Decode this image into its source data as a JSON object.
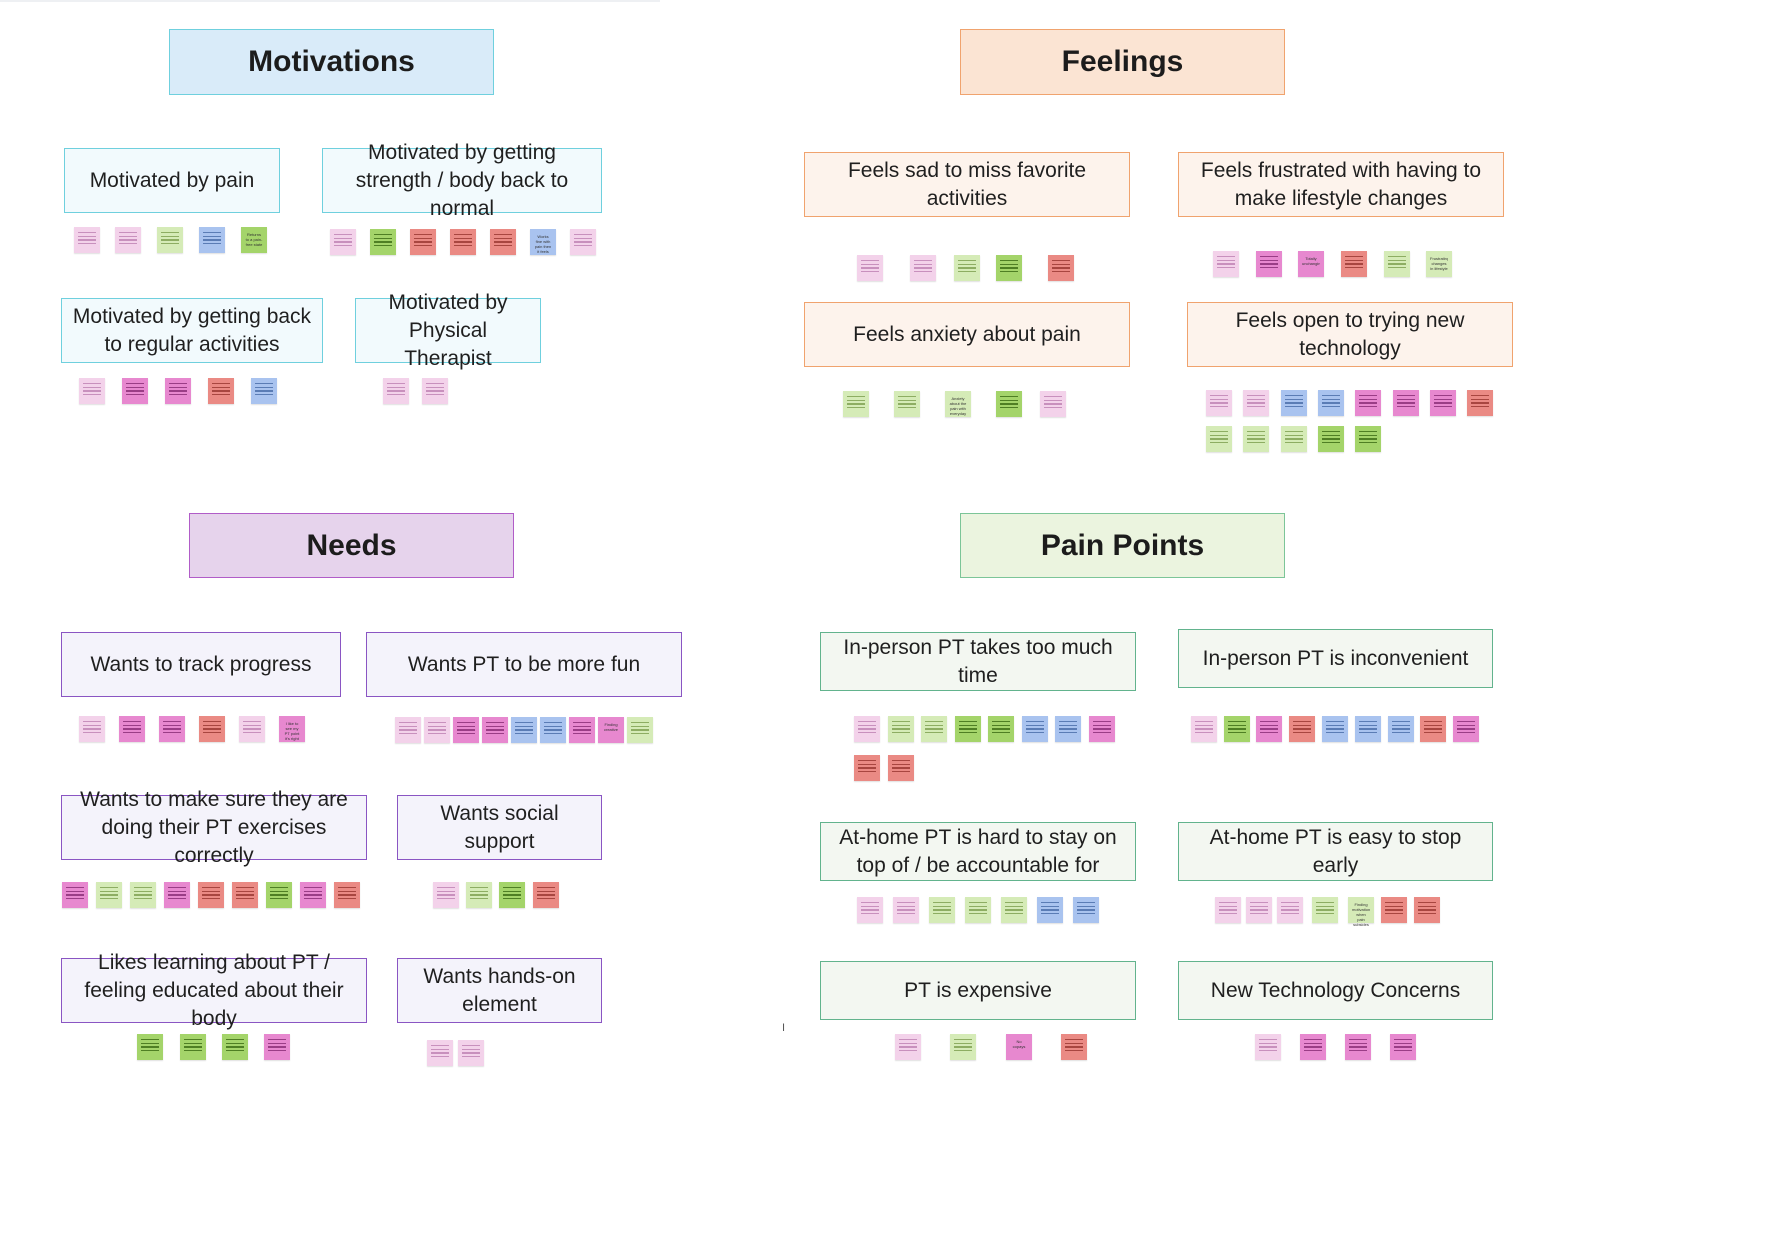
{
  "headers": {
    "motivations": "Motivations",
    "feelings": "Feelings",
    "needs": "Needs",
    "pain_points": "Pain Points"
  },
  "motivations": {
    "pain": "Motivated by pain",
    "strength": "Motivated by getting strength / body back to normal",
    "activities": "Motivated by getting back to regular activities",
    "therapist": "Motivated by Physical Therapist"
  },
  "feelings": {
    "sad": "Feels sad to miss favorite activities",
    "frustrated": "Feels frustrated with having to make lifestyle changes",
    "anxiety": "Feels anxiety about pain",
    "open": "Feels open to trying new technology"
  },
  "needs": {
    "track": "Wants to track progress",
    "fun": "Wants PT to be more fun",
    "correct": "Wants to make sure they are doing their PT exercises correctly",
    "social": "Wants social support",
    "learning": "Likes learning about PT / feeling educated about their body",
    "hands_on": "Wants hands-on element"
  },
  "pain_points": {
    "time": "In-person PT takes too much time",
    "inconvenient": "In-person PT is inconvenient",
    "accountable": "At-home PT is hard to stay on top of / be accountable for",
    "stop_early": "At-home PT is easy to stop early",
    "expensive": "PT is expensive",
    "tech": "New Technology Concerns"
  },
  "note_text": {
    "m1": "Returns to a pain-free state",
    "m2": "Works fine with pain then it feels",
    "n1": "I like to see my PT point it's right",
    "n2": "Finding creative",
    "f1": "Totally unchanging",
    "f2": "Frustrating changes in lifestyle",
    "f3": "Anxiety about the pain with everyday",
    "p1": "No copays",
    "p2": "Finding motivation when pain subsides"
  },
  "colors": {
    "motivations": "#d9ebf9",
    "feelings": "#fbe4d3",
    "needs": "#e6d3ec",
    "pain_points": "#ebf4df"
  }
}
